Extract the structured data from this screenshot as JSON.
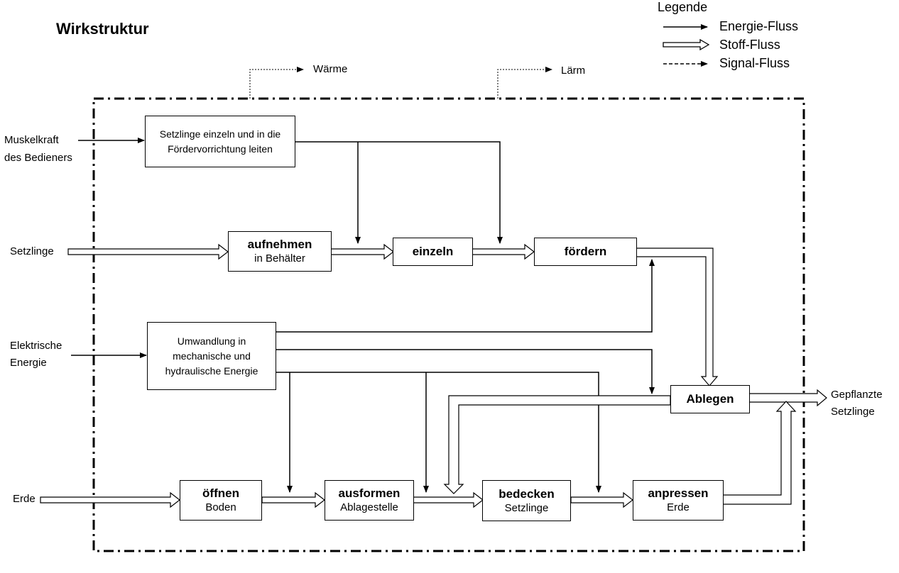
{
  "title": "Wirkstruktur",
  "legend": {
    "title": "Legende",
    "items": [
      "Energie-Fluss",
      "Stoff-Fluss",
      "Signal-Fluss"
    ]
  },
  "outputs_top": {
    "heat": "Wärme",
    "noise": "Lärm"
  },
  "inputs": {
    "muscle": [
      "Muskelkraft",
      "des Bedieners"
    ],
    "seedlings": "Setzlinge",
    "electric": [
      "Elektrische",
      "Energie"
    ],
    "soil": "Erde"
  },
  "output": [
    "Gepflanzte",
    "Setzlinge"
  ],
  "functions": {
    "guide": [
      "Setzlinge einzeln und in die",
      "Fördervorrichtung leiten"
    ],
    "pickup": {
      "verb": "aufnehmen",
      "object": "in Behälter"
    },
    "separate": {
      "verb": "einzeln"
    },
    "convey": {
      "verb": "fördern"
    },
    "convert": [
      "Umwandlung in",
      "mechanische und",
      "hydraulische Energie"
    ],
    "place": {
      "verb": "Ablegen"
    },
    "open": {
      "verb": "öffnen",
      "object": "Boden"
    },
    "shape": {
      "verb": "ausformen",
      "object": "Ablagestelle"
    },
    "cover": {
      "verb": "bedecken",
      "object": "Setzlinge"
    },
    "press": {
      "verb": "anpressen",
      "object": "Erde"
    }
  }
}
